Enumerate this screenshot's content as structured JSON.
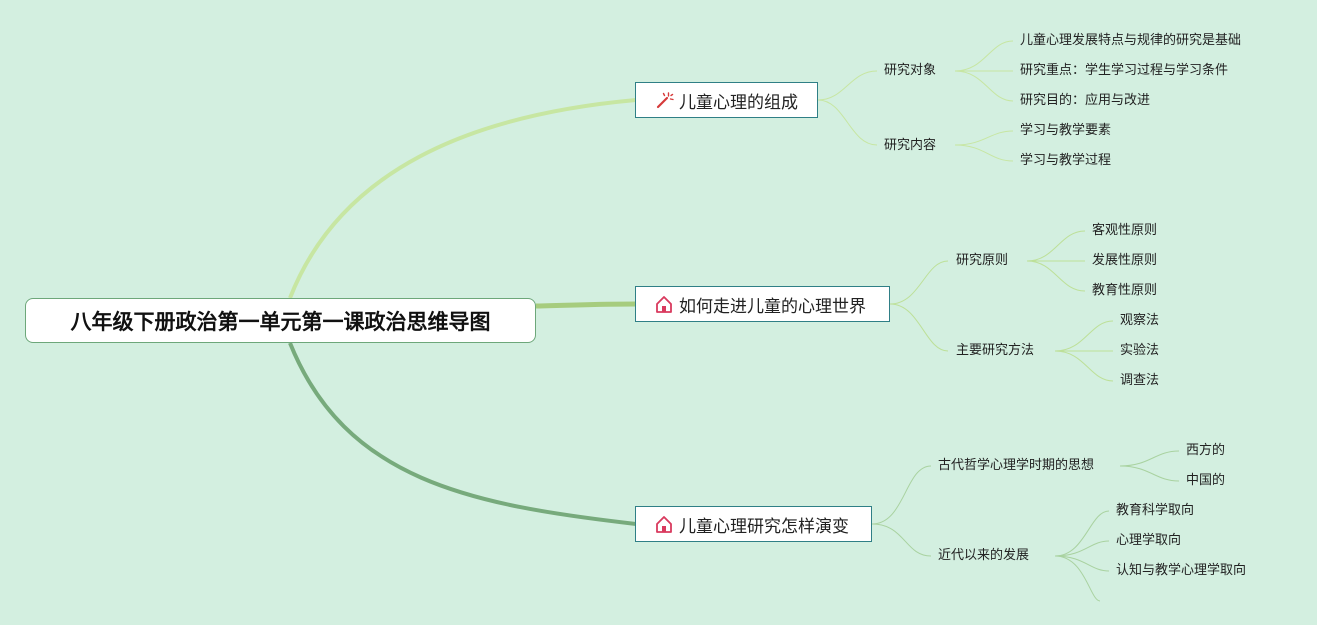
{
  "root": {
    "label": "八年级下册政治第一单元第一课政治思维导图"
  },
  "branches": [
    {
      "label": "儿童心理的组成",
      "icon": "magic-wand-icon",
      "color": "#c7e6a2",
      "children": [
        {
          "label": "研究对象",
          "children": [
            "儿童心理发展特点与规律的研究是基础",
            "研究重点：学生学习过程与学习条件",
            "研究目的：应用与改进"
          ]
        },
        {
          "label": "研究内容",
          "children": [
            "学习与教学要素",
            "学习与教学过程"
          ]
        }
      ]
    },
    {
      "label": "如何走进儿童的心理世界",
      "icon": "home-icon",
      "color": "#a6cc7e",
      "children": [
        {
          "label": "研究原则",
          "children": [
            "客观性原则",
            "发展性原则",
            "教育性原则"
          ]
        },
        {
          "label": "主要研究方法",
          "children": [
            "观察法",
            "实验法",
            "调查法"
          ]
        }
      ]
    },
    {
      "label": "儿童心理研究怎样演变",
      "icon": "home-icon",
      "color": "#77aa7c",
      "children": [
        {
          "label": "古代哲学心理学时期的思想",
          "children": [
            "西方的",
            "中国的"
          ]
        },
        {
          "label": "近代以来的发展",
          "children": [
            "教育科学取向",
            "心理学取向",
            "认知与教学心理学取向"
          ]
        }
      ]
    }
  ]
}
